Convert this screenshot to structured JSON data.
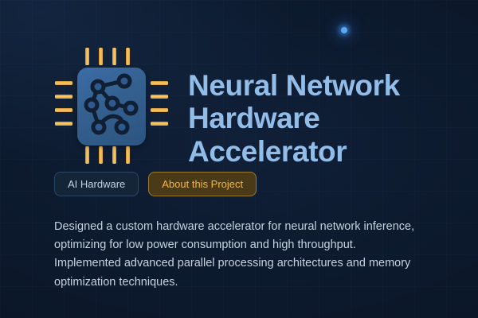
{
  "card": {
    "title": "Neural Network Hardware Accelerator",
    "description": "Designed a custom hardware accelerator for neural network inference, optimizing for low power consumption and high throughput. Implemented advanced parallel processing architectures and memory optimization techniques."
  },
  "icon": {
    "name": "neural-network-chip-icon",
    "chip_body_color": "#34608f",
    "pin_color": "#e9b34a",
    "node_color": "#101f33"
  },
  "badges": [
    {
      "label": "AI Hardware",
      "kind": "tag",
      "bg": "#152538",
      "border": "#2c4765",
      "text": "#c3d2e2"
    },
    {
      "label": "About this Project",
      "kind": "cta",
      "bg": "#4a3a18",
      "border": "#9a7a2e",
      "text": "#f3b73f"
    }
  ],
  "decor": {
    "particle_label": "glowing-blue-particle",
    "particle_color": "#5aa9f5"
  },
  "colors": {
    "background_top_left": "#142744",
    "background_bottom_right": "#091423",
    "title": "#92bde9",
    "body_text": "#c5d2df"
  }
}
